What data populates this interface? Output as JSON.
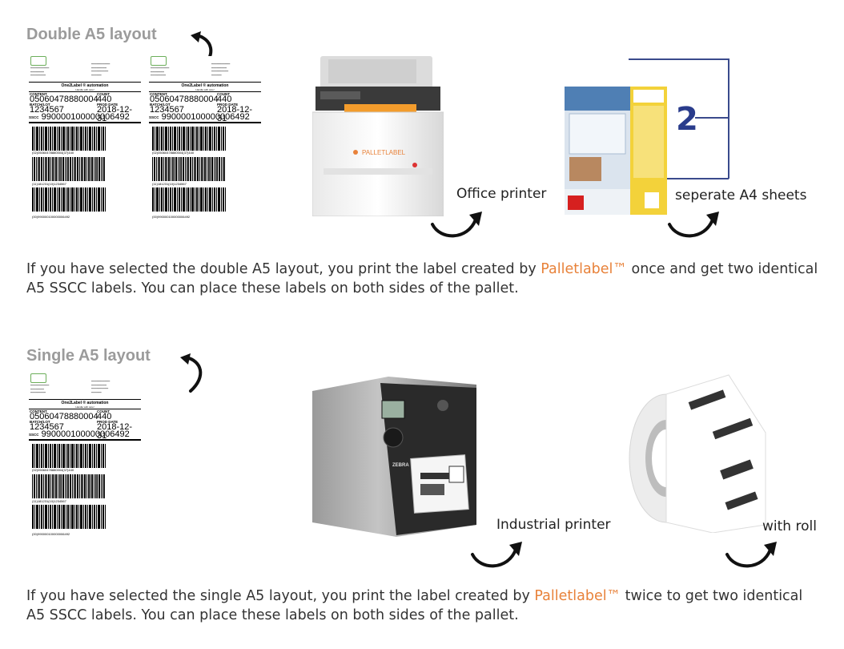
{
  "sections": {
    "double": {
      "title": "Double A5 layout",
      "caption_printer": "Office printer",
      "caption_media": "seperate A4 sheets",
      "avery_digit": "2",
      "para_prefix": "If you have selected the double A5 layout, you print the label created by ",
      "brand": "Palletlabel™",
      "para_suffix": " once and get two identical",
      "para_line2": "A5 SSCC labels. You can place these labels on both sides of the pallet.",
      "printer_logo": "PALLETLABEL"
    },
    "single": {
      "title": "Single A5 layout",
      "caption_printer": "Industrial printer",
      "caption_media": "with roll",
      "para_prefix": "If you have selected the single A5 layout, you print the label created by ",
      "brand": "Palletlabel™",
      "para_suffix": " twice to get two identical",
      "para_line2": "A5 SSCC labels. You can place these labels on both sides of the pallet.",
      "printer_brand": "ZEBRA"
    }
  },
  "label": {
    "automation": "One2Label ® automation",
    "handle": "Handle with care!",
    "content_key": "CONTENT",
    "content_val": "05060478880004",
    "count_key": "COUNT",
    "count_val": "440",
    "batch_key": "BATCH/LOT",
    "batch_val": "1234567",
    "prod_key": "PROD DATE",
    "prod_val": "2018-12-31",
    "sscc_key": "SSCC",
    "sscc_val": "990000100000006492",
    "hri1": "(02)05060478880004(37)440",
    "hri2": "(11)181231(10)1234567",
    "hri3": "(00)990000100000006492"
  },
  "colors": {
    "brand": "#e8823a",
    "title_grey": "#9b9b9b",
    "avery_blue": "#2a3c8c",
    "avery_yellow": "#f3d23a",
    "avery_red": "#d6201f"
  }
}
